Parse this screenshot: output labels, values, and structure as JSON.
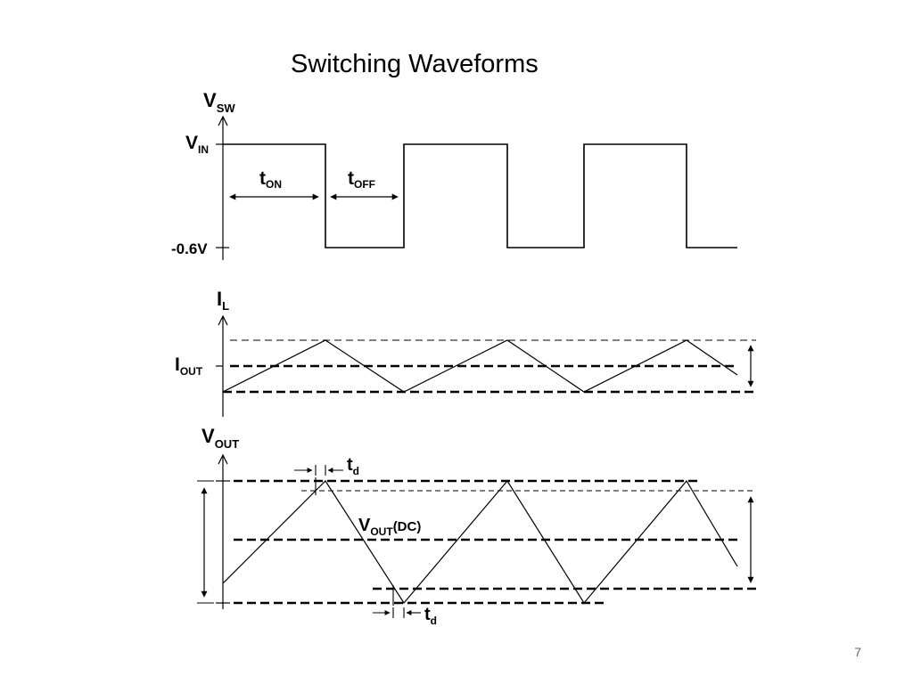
{
  "slide": {
    "title": "Switching Waveforms",
    "page_number": "7"
  },
  "panels": {
    "switch_voltage": {
      "axis_label": "V",
      "axis_label_sub": "SW",
      "high_label": "V",
      "high_label_sub": "IN",
      "low_label": "-0.6V",
      "ton_label": "t",
      "ton_sub": "ON",
      "toff_label": "t",
      "toff_sub": "OFF"
    },
    "inductor_current": {
      "axis_label": "I",
      "axis_label_sub": "L",
      "avg_label": "I",
      "avg_label_sub": "OUT"
    },
    "output_voltage": {
      "axis_label": "V",
      "axis_label_sub": "OUT",
      "dc_label": "V",
      "dc_label_sub": "OUT",
      "dc_label_suffix": "(DC)",
      "delay_top_label": "t",
      "delay_top_sub": "d",
      "delay_bottom_label": "t",
      "delay_bottom_sub": "d"
    }
  },
  "colors": {
    "stroke": "#000000",
    "text": "#000000",
    "page_number": "#666666"
  }
}
